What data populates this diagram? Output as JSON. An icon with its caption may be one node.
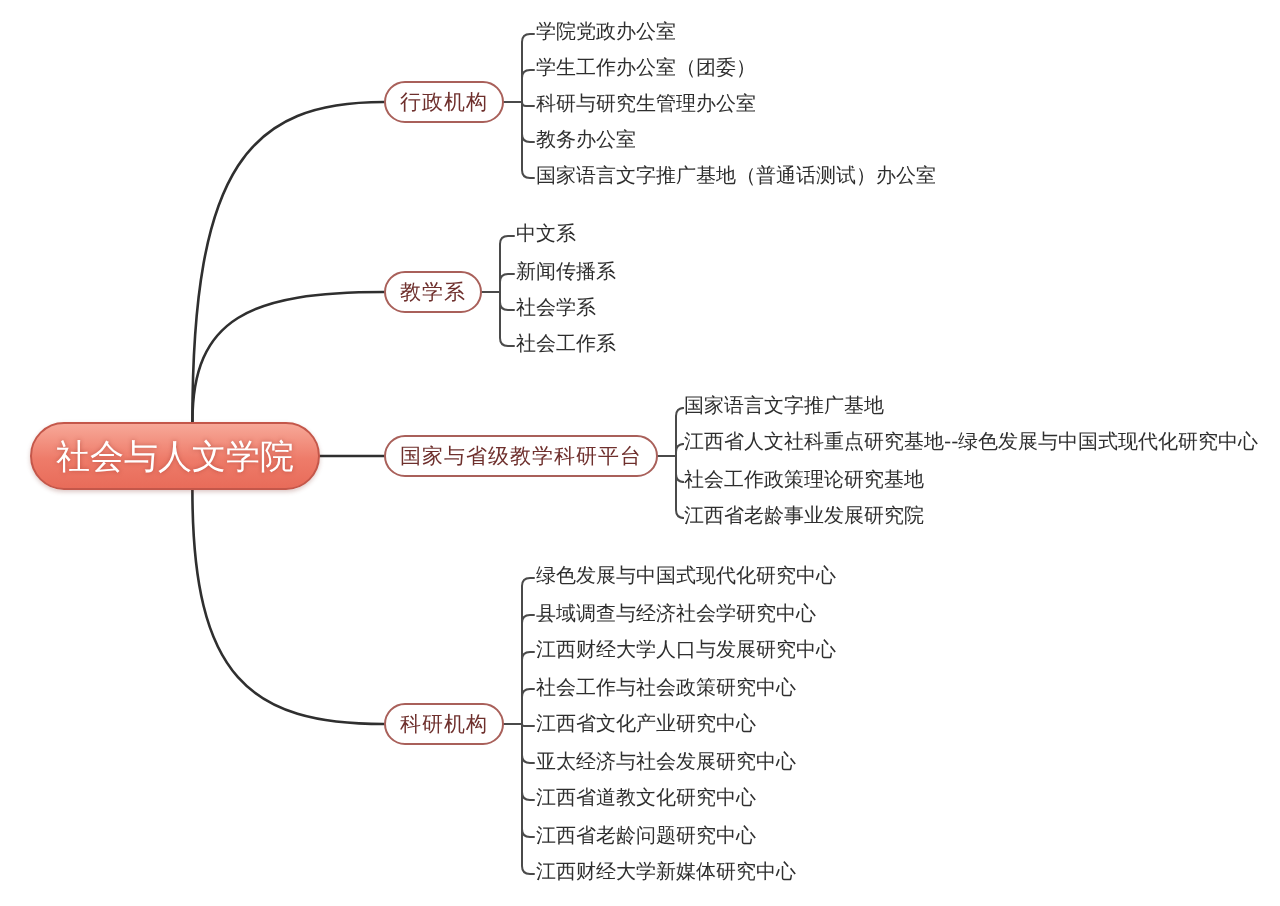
{
  "diagram": {
    "nodes": [
      {
        "text": [
          "社会与人文学院"
        ]
      },
      {
        "text": [
          "行政机构"
        ]
      },
      {
        "text": [
          "学院党政办公室"
        ]
      },
      {
        "text": [
          "学生工作办公室（团委）"
        ]
      },
      {
        "text": [
          "科研与研究生管理办公室"
        ]
      },
      {
        "text": [
          "教务办公室"
        ]
      },
      {
        "text": [
          "国家语言文字推广基地（普通话测试）办公室"
        ]
      },
      {
        "text": [
          "教学系"
        ]
      },
      {
        "text": [
          "中文系"
        ]
      },
      {
        "text": [
          "新闻传播系"
        ]
      },
      {
        "text": [
          "社会学系"
        ]
      },
      {
        "text": [
          "社会工作系"
        ]
      },
      {
        "text": [
          "国家与省级教学科研平台"
        ]
      },
      {
        "text": [
          "国家语言文字推广基地"
        ]
      },
      {
        "text": [
          "江西省人文社科重点研究基地--绿色发展与中国式现代化研究中心"
        ]
      },
      {
        "text": [
          "社会工作政策理论研究基地"
        ]
      },
      {
        "text": [
          "江西省老龄事业发展研究院"
        ]
      },
      {
        "text": [
          "科研机构"
        ]
      },
      {
        "text": [
          "绿色发展与中国式现代化研究中心"
        ]
      },
      {
        "text": [
          "县域调查与经济社会学研究中心"
        ]
      },
      {
        "text": [
          "江西财经大学人口与发展研究中心"
        ]
      },
      {
        "text": [
          "社会工作与社会政策研究中心"
        ]
      },
      {
        "text": [
          "江西省文化产业研究中心"
        ]
      },
      {
        "text": [
          "亚太经济与社会发展研究中心"
        ]
      },
      {
        "text": [
          "江西省道教文化研究中心"
        ]
      },
      {
        "text": [
          "江西省老龄问题研究中心"
        ]
      },
      {
        "text": [
          "江西财经大学新媒体研究中心"
        ]
      }
    ],
    "edges": [
      {
        "from": 0,
        "to": 1,
        "arrow": "none"
      },
      {
        "from": 1,
        "to": 2,
        "arrow": "none"
      },
      {
        "from": 1,
        "to": 3,
        "arrow": "none"
      },
      {
        "from": 1,
        "to": 4,
        "arrow": "none"
      },
      {
        "from": 1,
        "to": 5,
        "arrow": "none"
      },
      {
        "from": 1,
        "to": 6,
        "arrow": "none"
      },
      {
        "from": 0,
        "to": 7,
        "arrow": "none"
      },
      {
        "from": 7,
        "to": 8,
        "arrow": "none"
      },
      {
        "from": 7,
        "to": 9,
        "arrow": "none"
      },
      {
        "from": 7,
        "to": 10,
        "arrow": "none"
      },
      {
        "from": 7,
        "to": 11,
        "arrow": "none"
      },
      {
        "from": 0,
        "to": 12,
        "arrow": "none"
      },
      {
        "from": 12,
        "to": 13,
        "arrow": "none"
      },
      {
        "from": 12,
        "to": 14,
        "arrow": "none"
      },
      {
        "from": 12,
        "to": 15,
        "arrow": "none"
      },
      {
        "from": 12,
        "to": 16,
        "arrow": "none"
      },
      {
        "from": 0,
        "to": 17,
        "arrow": "none"
      },
      {
        "from": 17,
        "to": 18,
        "arrow": "none"
      },
      {
        "from": 17,
        "to": 19,
        "arrow": "none"
      },
      {
        "from": 17,
        "to": 20,
        "arrow": "none"
      },
      {
        "from": 17,
        "to": 21,
        "arrow": "none"
      },
      {
        "from": 17,
        "to": 22,
        "arrow": "none"
      },
      {
        "from": 17,
        "to": 23,
        "arrow": "none"
      },
      {
        "from": 17,
        "to": 24,
        "arrow": "none"
      },
      {
        "from": 17,
        "to": 25,
        "arrow": "none"
      },
      {
        "from": 17,
        "to": 26,
        "arrow": "none"
      }
    ]
  }
}
